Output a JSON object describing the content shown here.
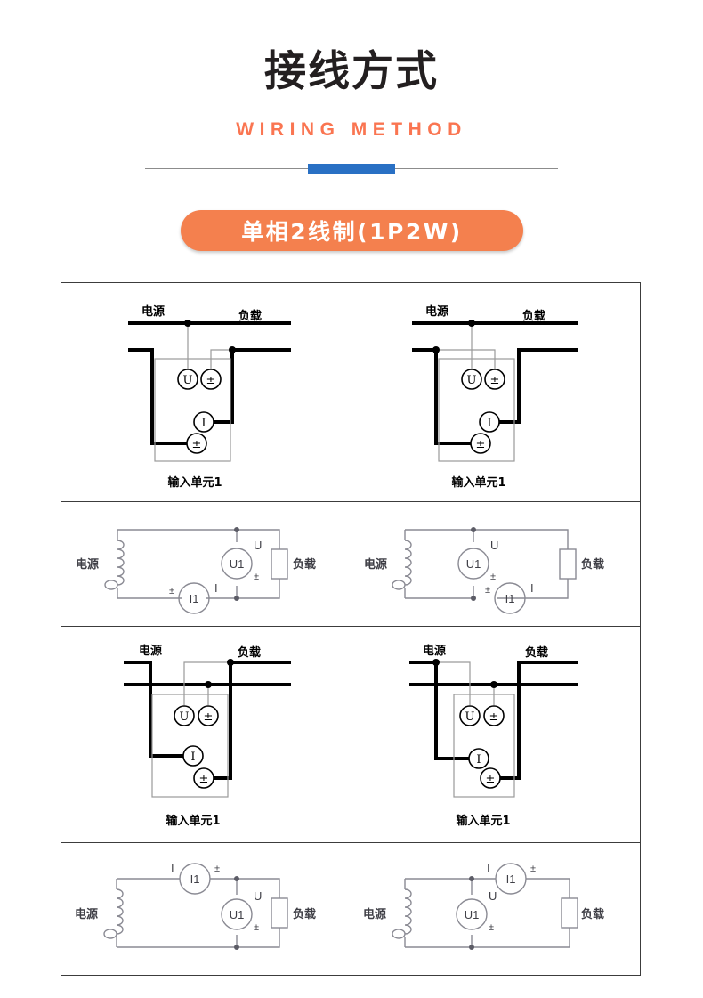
{
  "header": {
    "title": "接线方式",
    "subtitle": "WIRING METHOD",
    "badge": "单相2线制(1P2W)",
    "accent_orange": "#f4804e",
    "accent_blue": "#2970c4",
    "subtitle_color": "#fa7551",
    "title_color": "#231f20"
  },
  "labels": {
    "source": "电源",
    "load": "负载",
    "input_unit": "输入单元1",
    "voltage_terminal": "U",
    "current_terminal": "I",
    "common_terminal": "±",
    "voltmeter": "U1",
    "ammeter": "I1"
  },
  "diagram_data": {
    "type": "wiring-diagram-grid",
    "wiring_mode": "单相2线制(1P2W)",
    "columns": 2,
    "rows": 4,
    "cells": [
      {
        "id": "terminal-diagram-1",
        "row": 1,
        "col": 1,
        "kind": "terminal-connection",
        "source_label": "电源",
        "load_label": "负载",
        "unit_label": "输入单元1",
        "terminals": [
          "U",
          "±",
          "I",
          "±"
        ],
        "notes": "U tap from upper line; ± voltage terminal tied to load-side lower line; current loop I from load side, ± to source side"
      },
      {
        "id": "terminal-diagram-2",
        "row": 1,
        "col": 2,
        "kind": "terminal-connection",
        "source_label": "电源",
        "load_label": "负载",
        "unit_label": "输入单元1",
        "terminals": [
          "U",
          "±",
          "I",
          "±"
        ],
        "notes": "± voltage terminal tied to source-side lower line"
      },
      {
        "id": "schematic-1",
        "row": 2,
        "col": 1,
        "kind": "circuit-schematic",
        "source_label": "电源",
        "load_label": "负载",
        "voltmeter": "U1",
        "voltmeter_marks": [
          "U",
          "±"
        ],
        "ammeter": "I1",
        "ammeter_marks": [
          "±",
          "I"
        ],
        "ammeter_position": "bottom-wire-left-of-junction",
        "voltmeter_position": "center-vertical"
      },
      {
        "id": "schematic-2",
        "row": 2,
        "col": 2,
        "kind": "circuit-schematic",
        "source_label": "电源",
        "load_label": "负载",
        "voltmeter": "U1",
        "voltmeter_marks": [
          "U",
          "±"
        ],
        "ammeter": "I1",
        "ammeter_marks": [
          "±",
          "I"
        ],
        "ammeter_position": "bottom-wire-right-of-junction",
        "voltmeter_position": "left-vertical"
      },
      {
        "id": "terminal-diagram-3",
        "row": 3,
        "col": 1,
        "kind": "terminal-connection",
        "source_label": "电源",
        "load_label": "负载",
        "unit_label": "输入单元1",
        "terminals": [
          "U",
          "±",
          "I",
          "±"
        ],
        "notes": "current loop reversed: I from source side, ± to load side"
      },
      {
        "id": "terminal-diagram-4",
        "row": 3,
        "col": 2,
        "kind": "terminal-connection",
        "source_label": "电源",
        "load_label": "负载",
        "unit_label": "输入单元1",
        "terminals": [
          "U",
          "±",
          "I",
          "±"
        ],
        "notes": "voltage U tap from source-side upper line, current loop reversed"
      },
      {
        "id": "schematic-3",
        "row": 4,
        "col": 1,
        "kind": "circuit-schematic",
        "source_label": "电源",
        "load_label": "负载",
        "voltmeter": "U1",
        "voltmeter_marks": [
          "U",
          "±"
        ],
        "ammeter": "I1",
        "ammeter_marks": [
          "I",
          "±"
        ],
        "ammeter_position": "top-wire-left-of-junction",
        "voltmeter_position": "center-vertical"
      },
      {
        "id": "schematic-4",
        "row": 4,
        "col": 2,
        "kind": "circuit-schematic",
        "source_label": "电源",
        "load_label": "负载",
        "voltmeter": "U1",
        "voltmeter_marks": [
          "U",
          "±"
        ],
        "ammeter": "I1",
        "ammeter_marks": [
          "I",
          "±"
        ],
        "ammeter_position": "top-wire-right-of-junction",
        "voltmeter_position": "left-vertical"
      }
    ]
  }
}
